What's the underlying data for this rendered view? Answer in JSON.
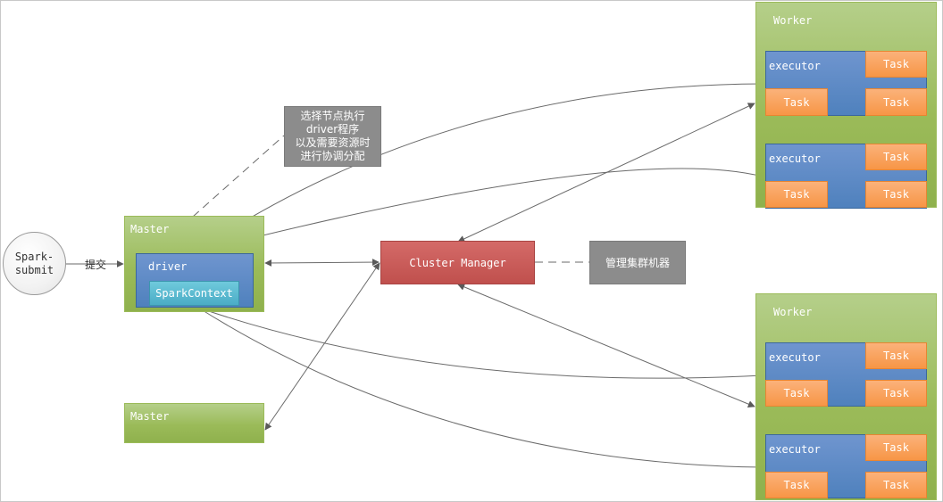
{
  "client": {
    "line1": "Spark-",
    "line2": "submit"
  },
  "submit_label": "提交",
  "master_active": {
    "title": "Master",
    "driver": {
      "label": "driver",
      "context": "SparkContext"
    }
  },
  "master_standby": {
    "title": "Master"
  },
  "cluster_manager": {
    "label": "Cluster Manager"
  },
  "master_note": {
    "lines": [
      "选择节点执行",
      "driver程序",
      "以及需要资源时",
      "进行协调分配"
    ]
  },
  "manager_note": {
    "label": "管理集群机器"
  },
  "workers": [
    {
      "title": "Worker",
      "executors": [
        {
          "label": "executor",
          "tasks": [
            "Task",
            "Task",
            "Task"
          ]
        },
        {
          "label": "executor",
          "tasks": [
            "Task",
            "Task",
            "Task"
          ]
        }
      ]
    },
    {
      "title": "Worker",
      "executors": [
        {
          "label": "executor",
          "tasks": [
            "Task",
            "Task",
            "Task"
          ]
        },
        {
          "label": "executor",
          "tasks": [
            "Task",
            "Task",
            "Task"
          ]
        }
      ]
    }
  ],
  "colors": {
    "master_green": "#9bbb59",
    "driver_blue": "#4f81bd",
    "context_cyan": "#4bacc6",
    "task_orange": "#f79646",
    "manager_red": "#c0504d",
    "note_gray": "#8c8c8c",
    "connector": "#5a5a5a"
  }
}
